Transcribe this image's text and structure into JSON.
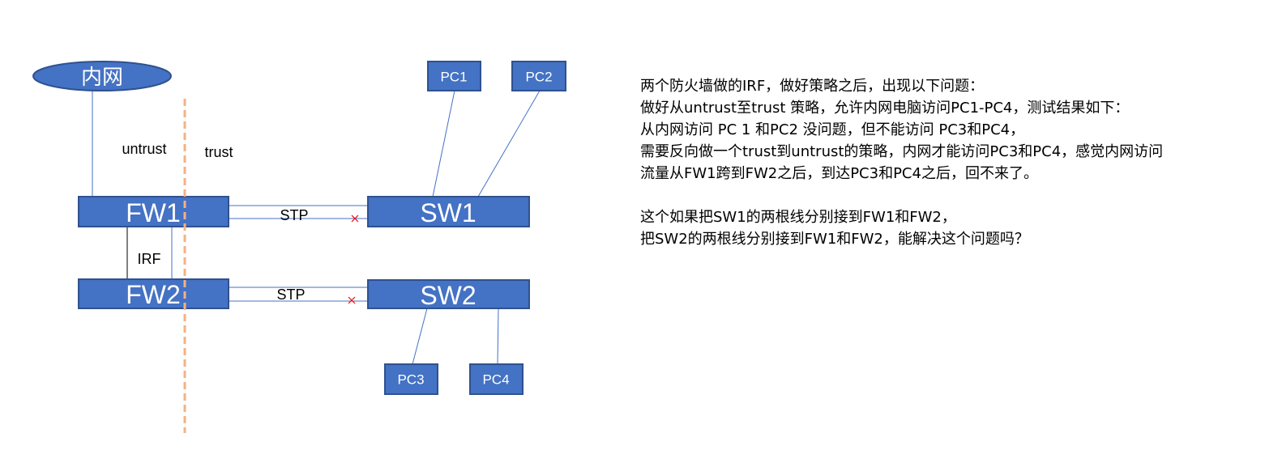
{
  "diagram": {
    "intranet": "内网",
    "zone_untrust": "untrust",
    "zone_trust": "trust",
    "fw1": "FW1",
    "fw2": "FW2",
    "sw1": "SW1",
    "sw2": "SW2",
    "pc1": "PC1",
    "pc2": "PC2",
    "pc3": "PC3",
    "pc4": "PC4",
    "irf": "IRF",
    "stp1": "STP",
    "stp2": "STP",
    "colors": {
      "node": "#4472C4",
      "border": "#2F528F",
      "boundary": "#F4B183",
      "blocked": "#FF0000"
    }
  },
  "notes": {
    "lines": [
      "两个防火墙做的IRF，做好策略之后，出现以下问题：",
      "做好从untrust至trust 策略，允许内网电脑访问PC1-PC4，测试结果如下：",
      "从内网访问 PC 1 和PC2 没问题，但不能访问 PC3和PC4，",
      "需要反向做一个trust到untrust的策略，内网才能访问PC3和PC4，感觉内网访问",
      "流量从FW1跨到FW2之后，到达PC3和PC4之后，回不来了。",
      "",
      "这个如果把SW1的两根线分别接到FW1和FW2，",
      "把SW2的两根线分别接到FW1和FW2，能解决这个问题吗？"
    ]
  }
}
